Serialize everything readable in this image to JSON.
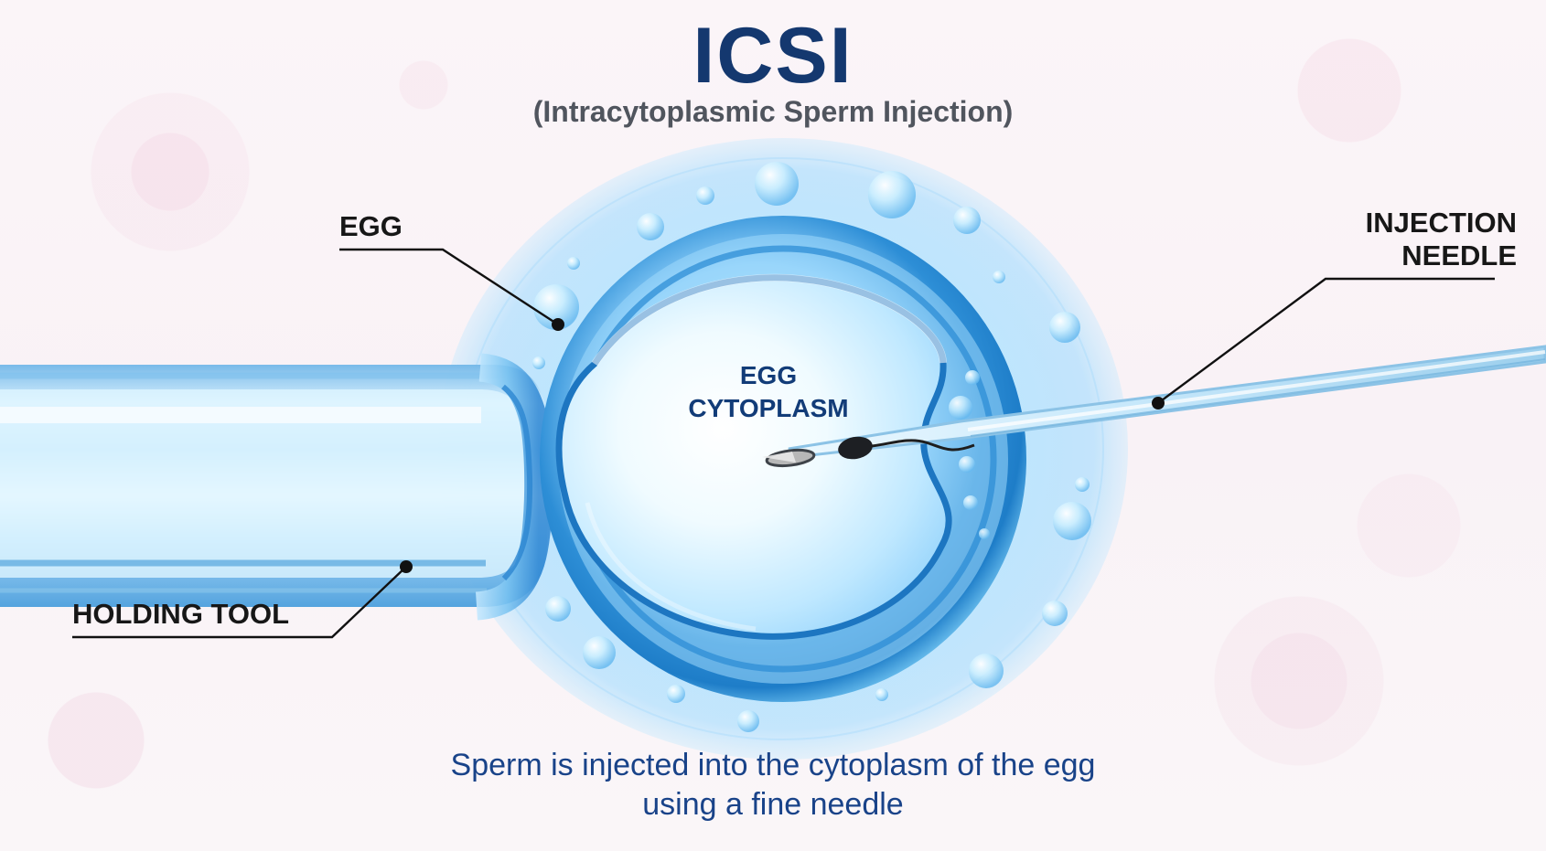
{
  "title": "ICSI",
  "subtitle": "(Intracytoplasmic Sperm Injection)",
  "labels": {
    "egg": "EGG",
    "egg_cytoplasm_line1": "EGG",
    "egg_cytoplasm_line2": "CYTOPLASM",
    "injection_needle_line1": "INJECTION",
    "injection_needle_line2": "NEEDLE",
    "holding_tool": "HOLDING TOOL"
  },
  "caption": {
    "line1": "Sperm is injected into the cytoplasm of the egg",
    "line2": "using a fine needle"
  },
  "colors": {
    "title": "#14386f",
    "subtitle": "#50555e",
    "label": "#171717",
    "caption": "#194389",
    "accent_blue": "#2d8ed6",
    "light_blue": "#bfe8ff"
  },
  "icons": [
    "egg-icon",
    "sperm-icon",
    "needle-icon",
    "holding-tool-icon",
    "bubble-icon"
  ]
}
